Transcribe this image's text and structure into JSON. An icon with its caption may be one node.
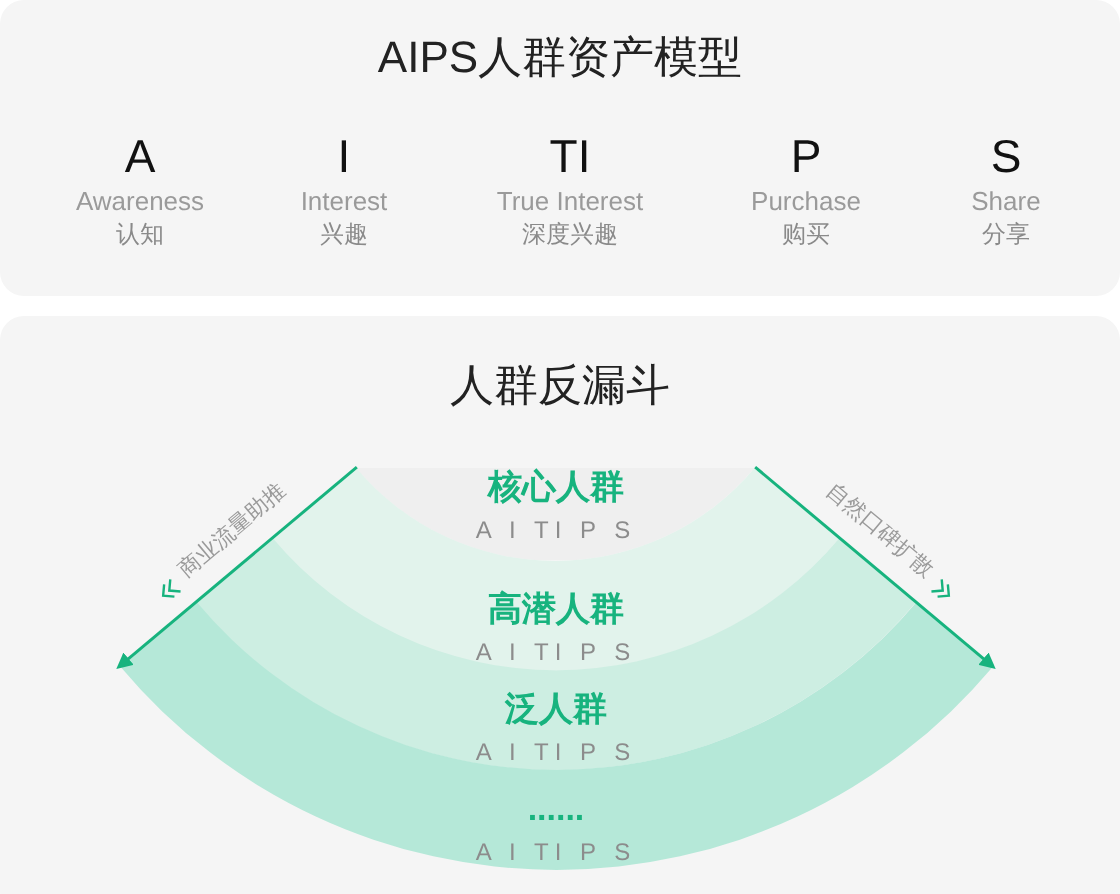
{
  "diagram": {
    "nodes": [
      {
        "text": [
          "AIPS人群资产模型"
        ]
      },
      {
        "text": [
          "人群反漏斗"
        ]
      },
      {
        "text": [
          "核心人群",
          "A I TI P S"
        ],
        "in": 1
      },
      {
        "text": [
          "高潜人群",
          "A I TI P S"
        ],
        "in": 1
      },
      {
        "text": [
          "泛人群",
          "A I TI P S"
        ],
        "in": 1
      },
      {
        "text": [
          "......",
          "A I TI P S"
        ],
        "in": 1
      }
    ],
    "edges": [
      {
        "from": 2,
        "to": 5,
        "arrow": "to",
        "label": "商业流量助推"
      },
      {
        "from": 2,
        "to": 5,
        "arrow": "to",
        "label": "自然口碑扩散"
      }
    ],
    "labels": [
      "A",
      "Awareness",
      "认知",
      "I",
      "Interest",
      "兴趣",
      "TI",
      "True Interest",
      "深度兴趣",
      "P",
      "Purchase",
      "购买",
      "S",
      "Share",
      "分享"
    ]
  }
}
